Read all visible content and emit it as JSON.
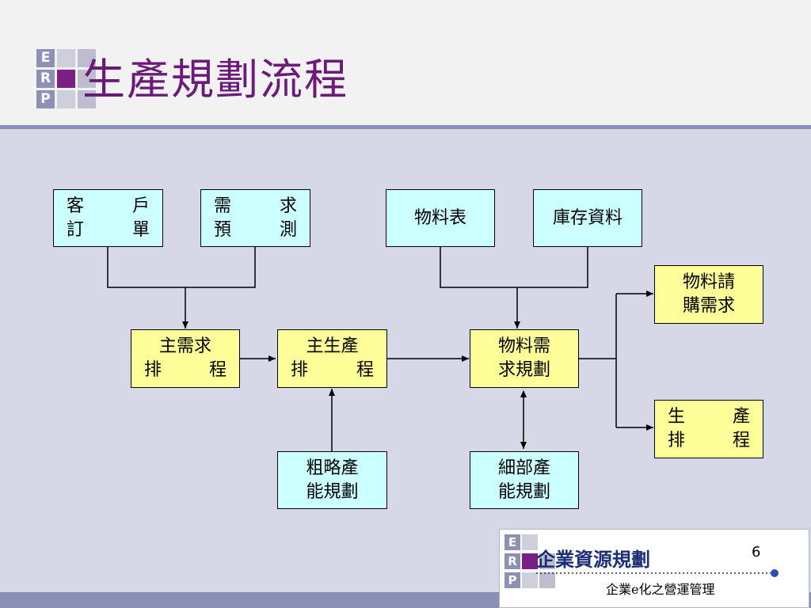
{
  "slide": {
    "title": "生產規劃流程",
    "page_number": "6"
  },
  "logo": {
    "letters": [
      "E",
      "R",
      "P"
    ]
  },
  "diagram": {
    "customer_order": {
      "line1": [
        "客",
        "戶"
      ],
      "line2": [
        "訂",
        "單"
      ]
    },
    "demand_forecast": {
      "line1": [
        "需",
        "求"
      ],
      "line2": [
        "預",
        "測"
      ]
    },
    "bom": {
      "label": "物料表"
    },
    "inventory_data": {
      "label": "庫存資料"
    },
    "mps": {
      "line1": "主需求",
      "line2": [
        "排",
        "程"
      ]
    },
    "master_production": {
      "line1": "主生產",
      "line2": [
        "排",
        "程"
      ]
    },
    "mrp": {
      "line1": "物料需",
      "line2": "求規劃"
    },
    "purchase_requisition": {
      "line1": "物料請",
      "line2": "購需求"
    },
    "production_schedule": {
      "line1": [
        "生",
        "產"
      ],
      "line2": [
        "排",
        "程"
      ]
    },
    "rccp": {
      "line1": "粗略產",
      "line2": "能規劃"
    },
    "crp": {
      "line1": "細部產",
      "line2": "能規劃"
    }
  },
  "footer": {
    "title": "企業資源規劃",
    "subtitle": "企業e化之營運管理"
  },
  "colors": {
    "title": "#6b1a7a",
    "background": "#d6d8e8",
    "cyan_box": "#ccffff",
    "yellow_box": "#ffff99",
    "band": "#8a8fb8"
  }
}
